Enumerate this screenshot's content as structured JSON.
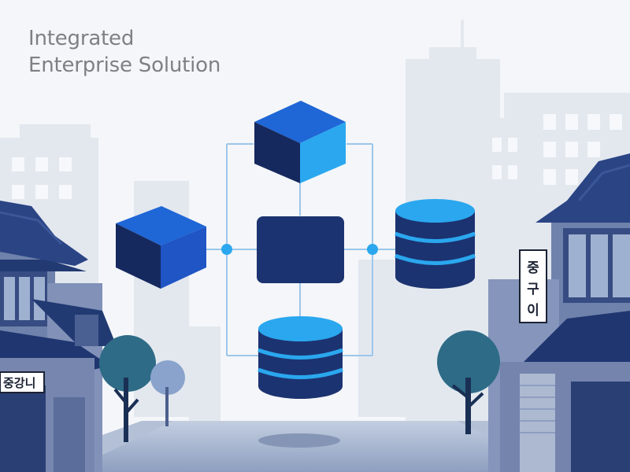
{
  "headline": {
    "line1": "Integrated",
    "line2": "Enterprise Solution"
  },
  "signs": {
    "left": "중강니",
    "right_chars": [
      "중",
      "구",
      "이"
    ]
  },
  "colors": {
    "background": "#f4f6f9",
    "skyline_light": "#e3e8ef",
    "skyline_mid": "#cfd7e3",
    "navy": "#1c3371",
    "navy_dark": "#12255a",
    "royal_blue": "#1f66d6",
    "cyan": "#2aa7ee",
    "connector": "#9cc6ea",
    "street": "#9daecb",
    "tree": "#2e6b86"
  },
  "icons": [
    "cube-icon",
    "cube-icon",
    "server-box-icon",
    "database-icon",
    "database-icon"
  ]
}
